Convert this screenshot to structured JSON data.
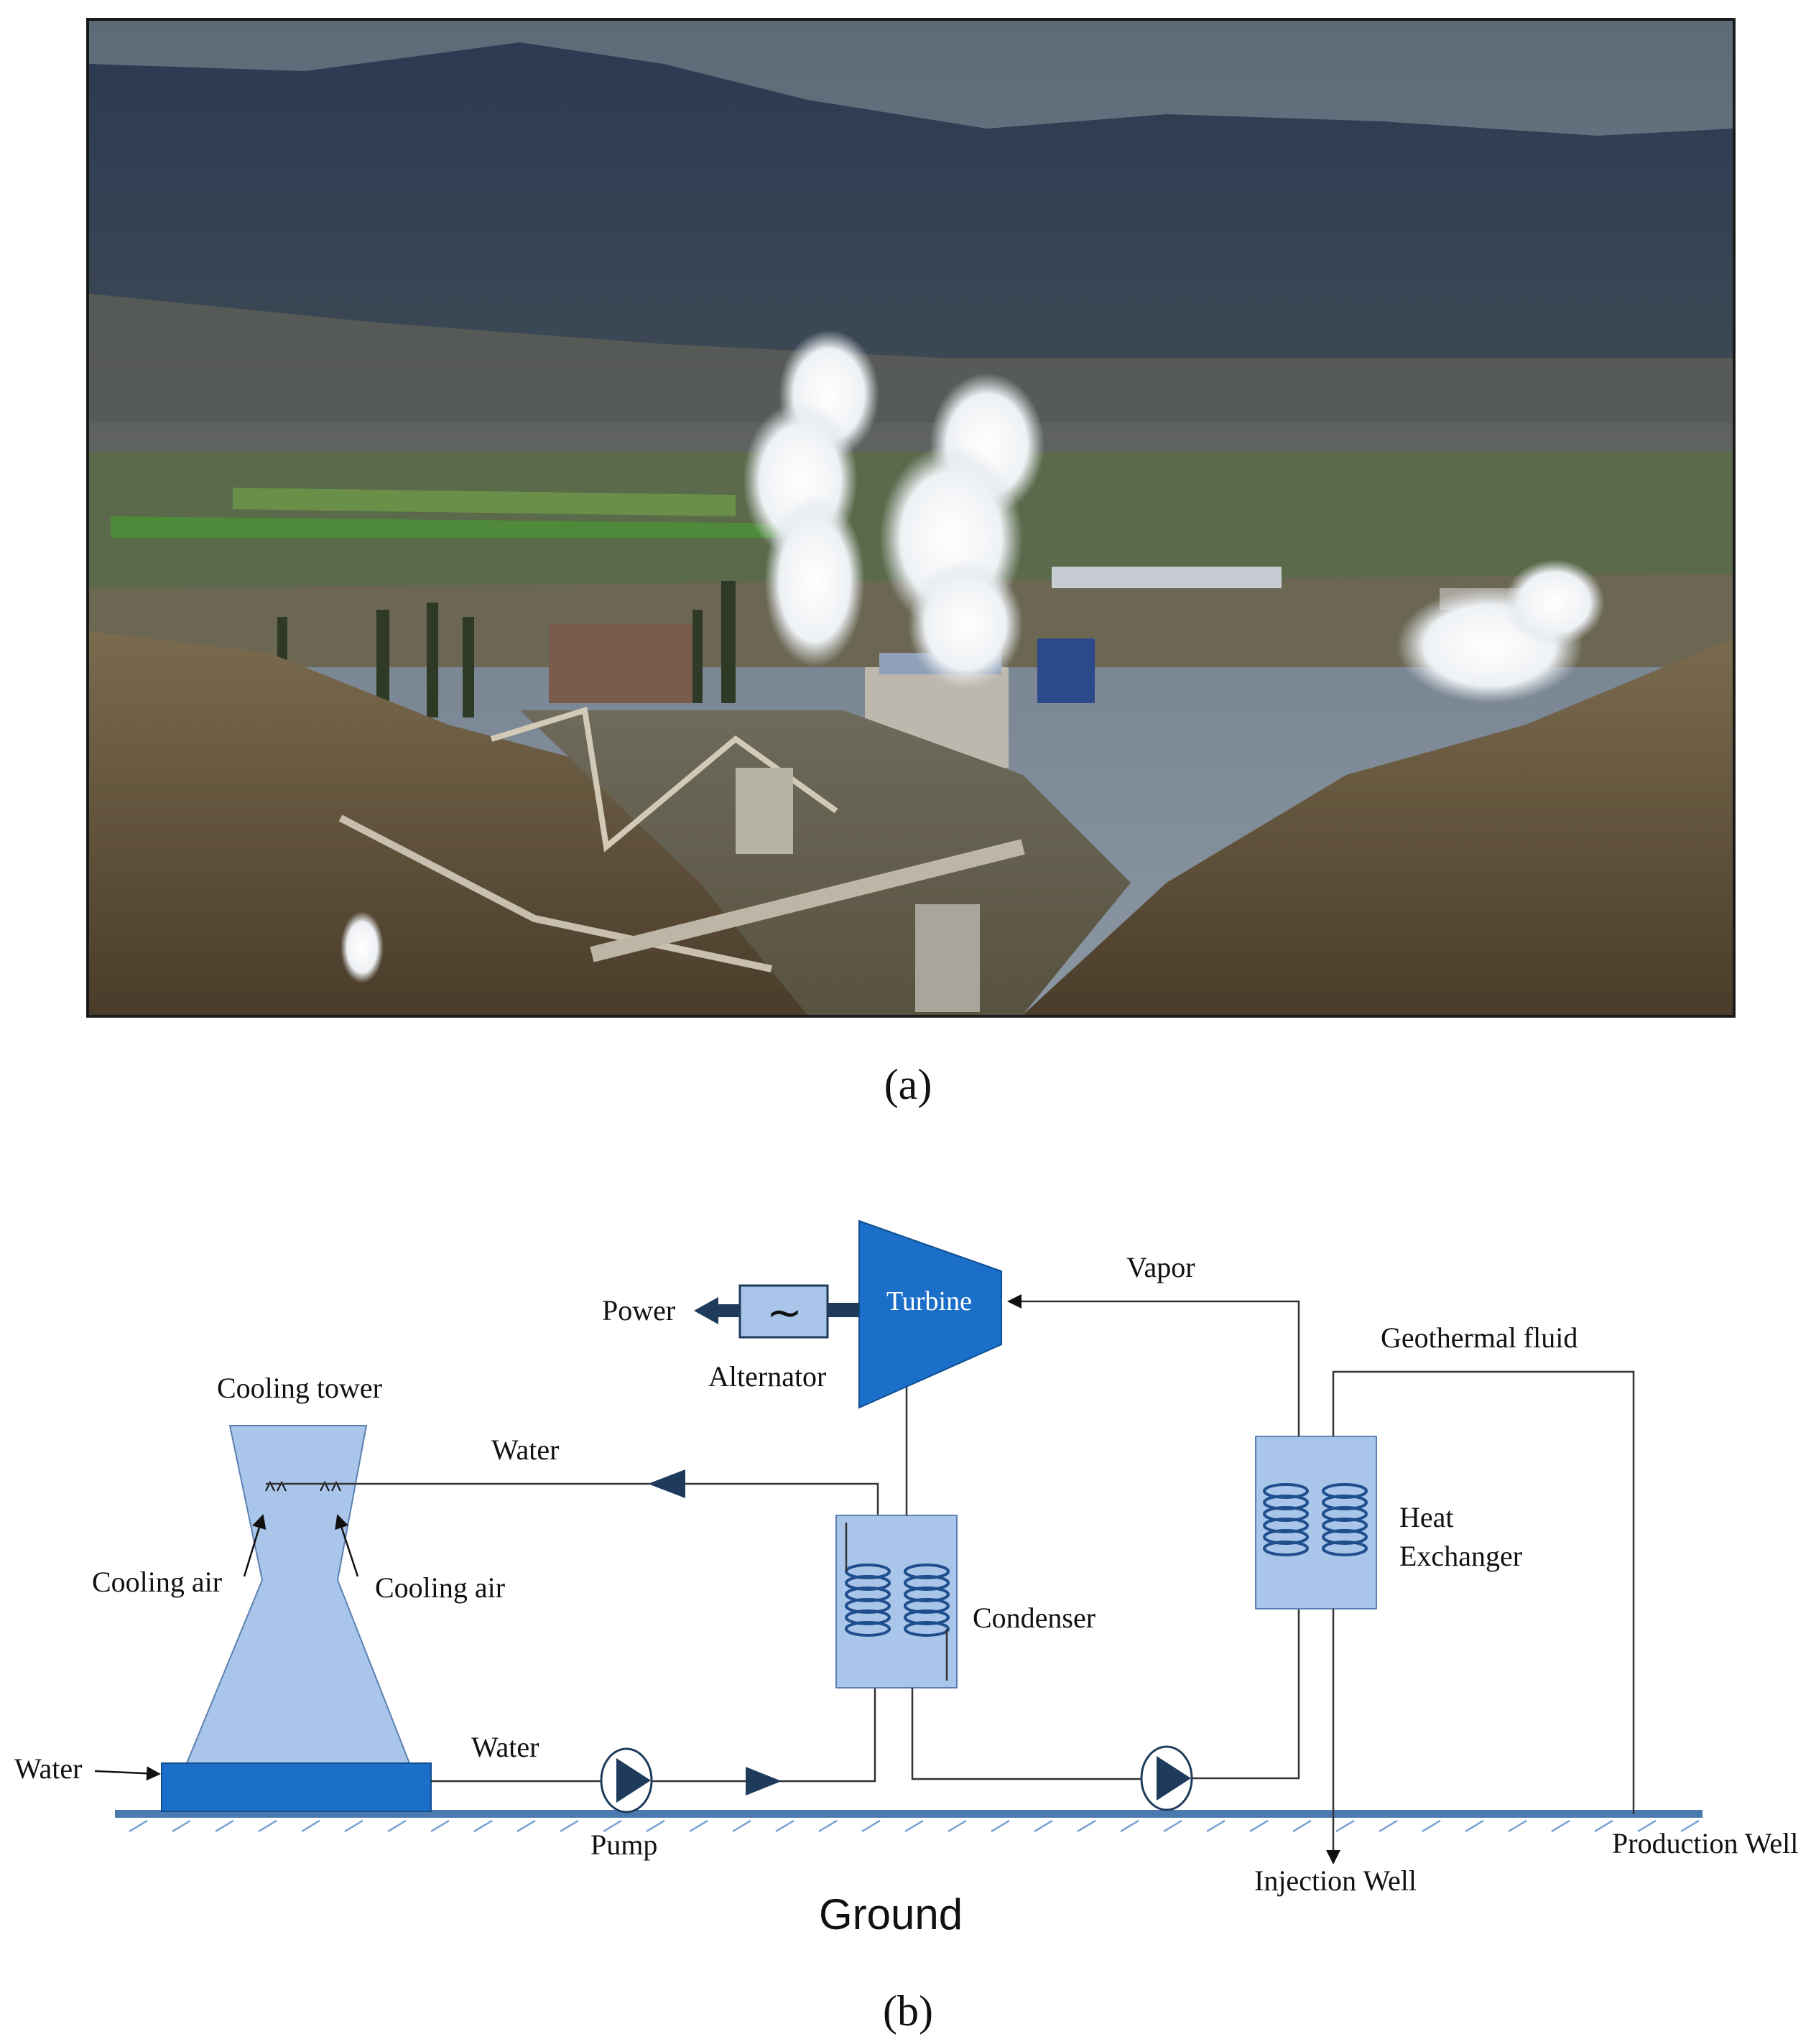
{
  "captions": {
    "a": "(a)",
    "b": "(b)"
  },
  "diagram": {
    "turbine": "Turbine",
    "power": "Power",
    "alternator": "Alternator",
    "vapor": "Vapor",
    "geothermal_fluid": "Geothermal fluid",
    "cooling_tower": "Cooling tower",
    "water_top": "Water",
    "cooling_air_left": "Cooling air",
    "cooling_air_right": "Cooling air",
    "condenser": "Condenser",
    "heat_exchanger_line1": "Heat",
    "heat_exchanger_line2": "Exchanger",
    "water_bottom": "Water",
    "water_inlet": "Water",
    "pump": "Pump",
    "injection_well": "Injection Well",
    "production_well": "Production Well",
    "ground": "Ground",
    "alternator_symbol": "~"
  },
  "colors": {
    "light_blue": "#a9c5ea",
    "dark_blue": "#1b6fc8",
    "navy": "#1f3b5c",
    "ground_line": "#4a7ab0"
  }
}
